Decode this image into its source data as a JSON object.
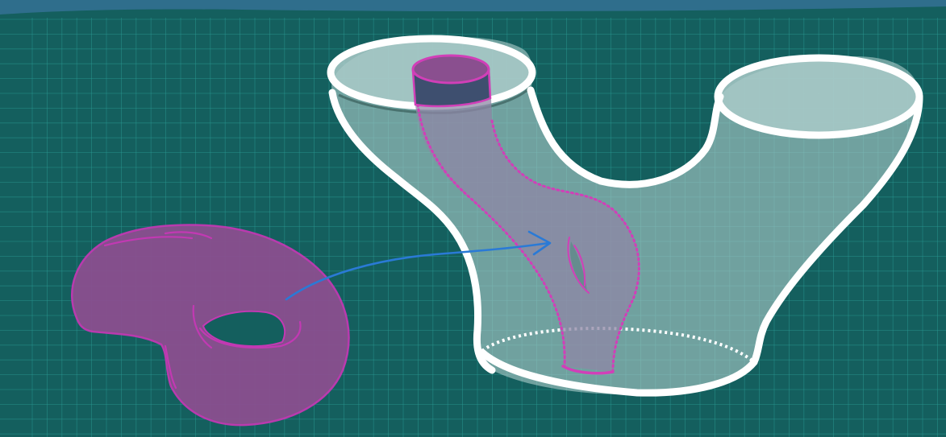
{
  "canvas": {
    "background_color": "#145f5e",
    "grid_color": "#2a9c95",
    "top_strip_color": "#2f6e8c"
  },
  "shapes": {
    "torus": {
      "description_name": "purple-torus",
      "fill": "#8a4f8f",
      "stroke": "#c239b3"
    },
    "pants_surface": {
      "description_name": "pair-of-pants-surface",
      "fill": "#a9cac8",
      "stroke": "#ffffff"
    },
    "embedded_tube": {
      "description_name": "embedded-handle-tube",
      "fill": "#8f87a6",
      "stroke": "#d13fb8"
    },
    "mapping_arrow": {
      "description_name": "embedding-arrow",
      "stroke": "#2a7ad6"
    }
  }
}
